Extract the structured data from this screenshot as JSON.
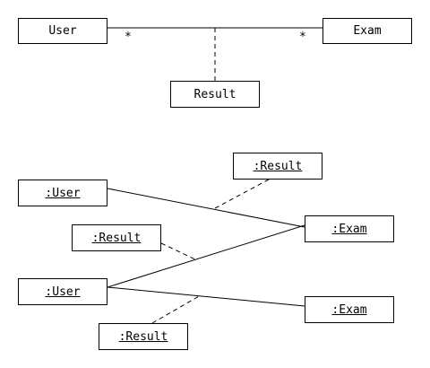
{
  "class_diagram": {
    "classes": {
      "user": "User",
      "exam": "Exam",
      "result": "Result"
    },
    "association": {
      "user_multiplicity": "*",
      "exam_multiplicity": "*"
    }
  },
  "object_diagram": {
    "objects": {
      "user_1": ":User",
      "user_2": ":User",
      "exam_1": ":Exam",
      "exam_2": ":Exam",
      "result_1": ":Result",
      "result_2": ":Result",
      "result_3": ":Result"
    }
  }
}
